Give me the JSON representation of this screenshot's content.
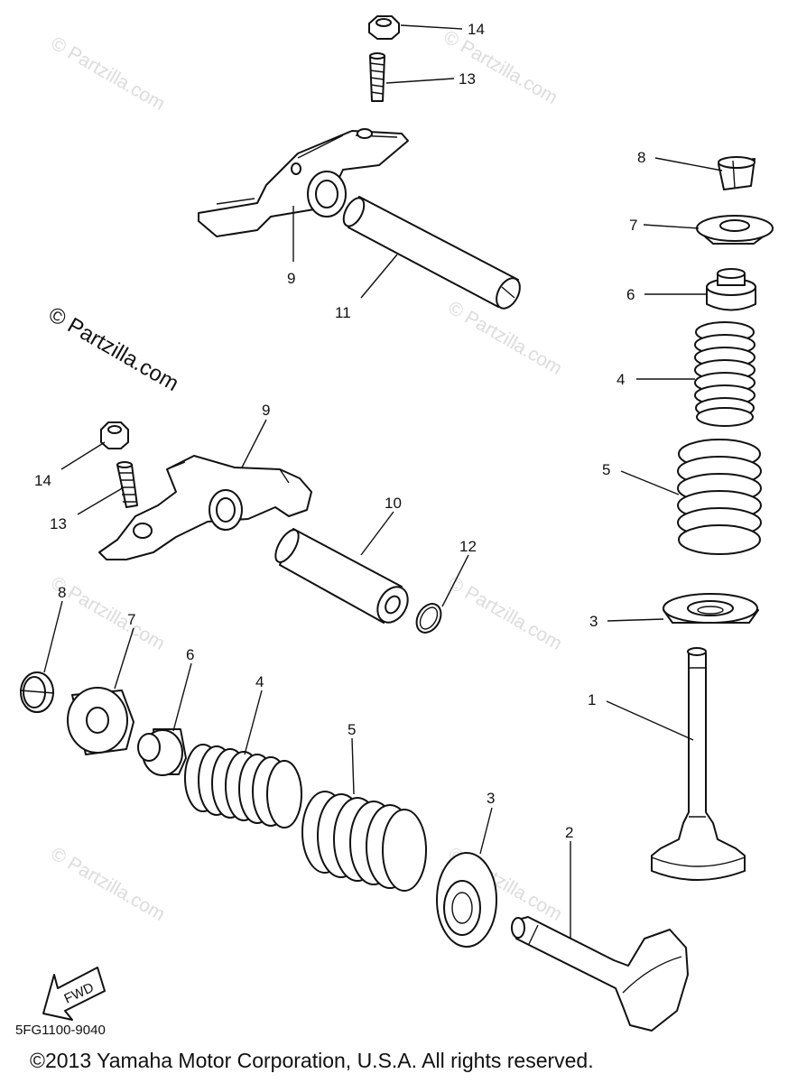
{
  "watermark": {
    "text": "© Partzilla.com"
  },
  "diagram_code": "5FG1100-9040",
  "copyright": "©2013 Yamaha Motor Corporation, U.S.A. All rights reserved.",
  "fwd_label": "FWD",
  "callouts": {
    "top_rocker_14": "14",
    "top_rocker_13": "13",
    "top_rocker_9": "9",
    "top_shaft_11": "11",
    "right_cotter_8": "8",
    "right_retainer_7": "7",
    "right_seat_6": "6",
    "right_inner_spring_4": "4",
    "right_outer_spring_5": "5",
    "right_spring_seat_3": "3",
    "right_valve_1": "1",
    "left_rocker_9": "9",
    "left_nut_14": "14",
    "left_screw_13": "13",
    "left_shaft_10": "10",
    "left_oring_12": "12",
    "bottom_cotter_8": "8",
    "bottom_retainer_7": "7",
    "bottom_seat_6": "6",
    "bottom_inner_spring_4": "4",
    "bottom_outer_spring_5": "5",
    "bottom_spring_seat_3": "3",
    "bottom_valve_2": "2"
  }
}
